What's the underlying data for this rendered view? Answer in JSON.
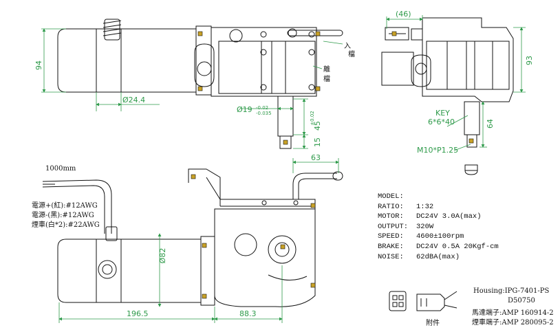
{
  "dimensions": {
    "d46": "(46)",
    "d94": "94",
    "d93": "93",
    "d24_4": "Ø24.4",
    "d19": "Ø19",
    "d19_tol_upper": "-0.02",
    "d19_tol_lower": "-0.035",
    "d45": "45",
    "d45_tol": "±0.02",
    "d15": "15",
    "d64": "64",
    "key_label": "KEY",
    "key_size": "6*6*40",
    "thread": "M10*P1.25",
    "d63": "63",
    "d82": "Ø82",
    "d196_5": "196.5",
    "d88_3": "88.3"
  },
  "labels": {
    "enter_gear": "入\n檔",
    "leave_gear": "離\n檔",
    "cable_length": "1000mm",
    "wire_pos": "電源+(紅):#12AWG",
    "wire_neg": "電源-(黑):#12AWG",
    "wire_brake": "煙車(白*2):#22AWG",
    "accessory": "附件"
  },
  "specs": [
    {
      "key": "MODEL:",
      "value": ""
    },
    {
      "key": "RATIO:",
      "value": "1:32"
    },
    {
      "key": "MOTOR:",
      "value": "DC24V  3.0A(max)"
    },
    {
      "key": "OUTPUT:",
      "value": "320W"
    },
    {
      "key": "SPEED:",
      "value": "4600±100rpm"
    },
    {
      "key": "BRAKE:",
      "value": "DC24V 0.5A 20Kgf-cm"
    },
    {
      "key": "NOISE:",
      "value": "62dBA(max)"
    }
  ],
  "housing": {
    "housing": "Housing:IPG-7401-PS",
    "housing_no": "D50750",
    "motor_terminal": "馬達端子:AMP 160914-2",
    "brake_terminal": "煙車端子:AMP 280095-2"
  },
  "colors": {
    "outline": "#111111",
    "dimension": "#2e9a4a",
    "bolt": "#c9a227"
  }
}
